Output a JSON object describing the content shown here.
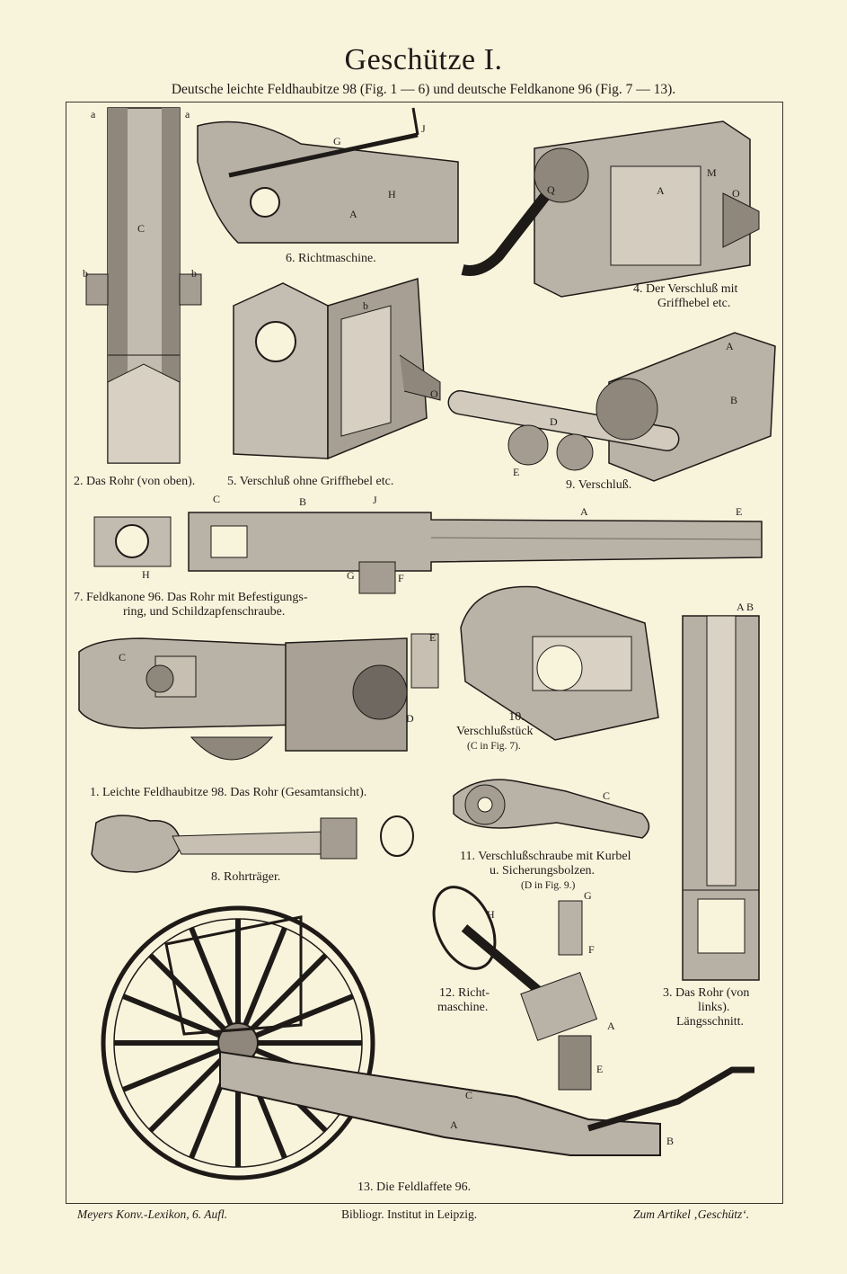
{
  "title": "Geschütze I.",
  "subtitle": "Deutsche leichte Feldhaubitze 98 (Fig. 1 — 6) und deutsche Feldkanone 96 (Fig. 7 — 13).",
  "figures": {
    "fig6": {
      "caption": "6. Richtmaschine."
    },
    "fig4": {
      "caption_line1": "4. Der Verschluß mit",
      "caption_line2": "Griffhebel etc."
    },
    "fig2": {
      "caption": "2. Das Rohr (von oben)."
    },
    "fig5": {
      "caption": "5. Verschluß ohne Griffhebel etc."
    },
    "fig9": {
      "caption": "9. Verschluß."
    },
    "fig7": {
      "caption_line1": "7. Feldkanone 96. Das Rohr mit Befestigungs-",
      "caption_line2": "ring, und Schildzapfenschraube."
    },
    "fig10": {
      "caption_line1": "10.",
      "caption_line2": "Verschlußstück",
      "caption_line3": "(C in Fig. 7)."
    },
    "fig1": {
      "caption": "1. Leichte Feldhaubitze 98. Das Rohr (Gesamtansicht)."
    },
    "fig8": {
      "caption": "8. Rohrträger."
    },
    "fig11": {
      "caption_line1": "11. Verschlußschraube mit Kurbel",
      "caption_line2": "u. Sicherungsbolzen.",
      "caption_line3": "(D in Fig. 9.)"
    },
    "fig12": {
      "caption_line1": "12. Richt-",
      "caption_line2": "maschine."
    },
    "fig3": {
      "caption_line1": "3. Das Rohr (von",
      "caption_line2": "links).",
      "caption_line3": "Längsschnitt."
    },
    "fig13": {
      "caption": "13. Die Feldlaffete 96."
    }
  },
  "footer": {
    "left": "Meyers Konv.-Lexikon, 6. Aufl.",
    "center": "Bibliogr. Institut in Leipzig.",
    "right": "Zum Artikel ‚Geschütz‘."
  },
  "colors": {
    "paper": "#f8f4dc",
    "ink": "#1e1a17",
    "metal": "#b9b2a6",
    "shade": "#6f6860"
  }
}
